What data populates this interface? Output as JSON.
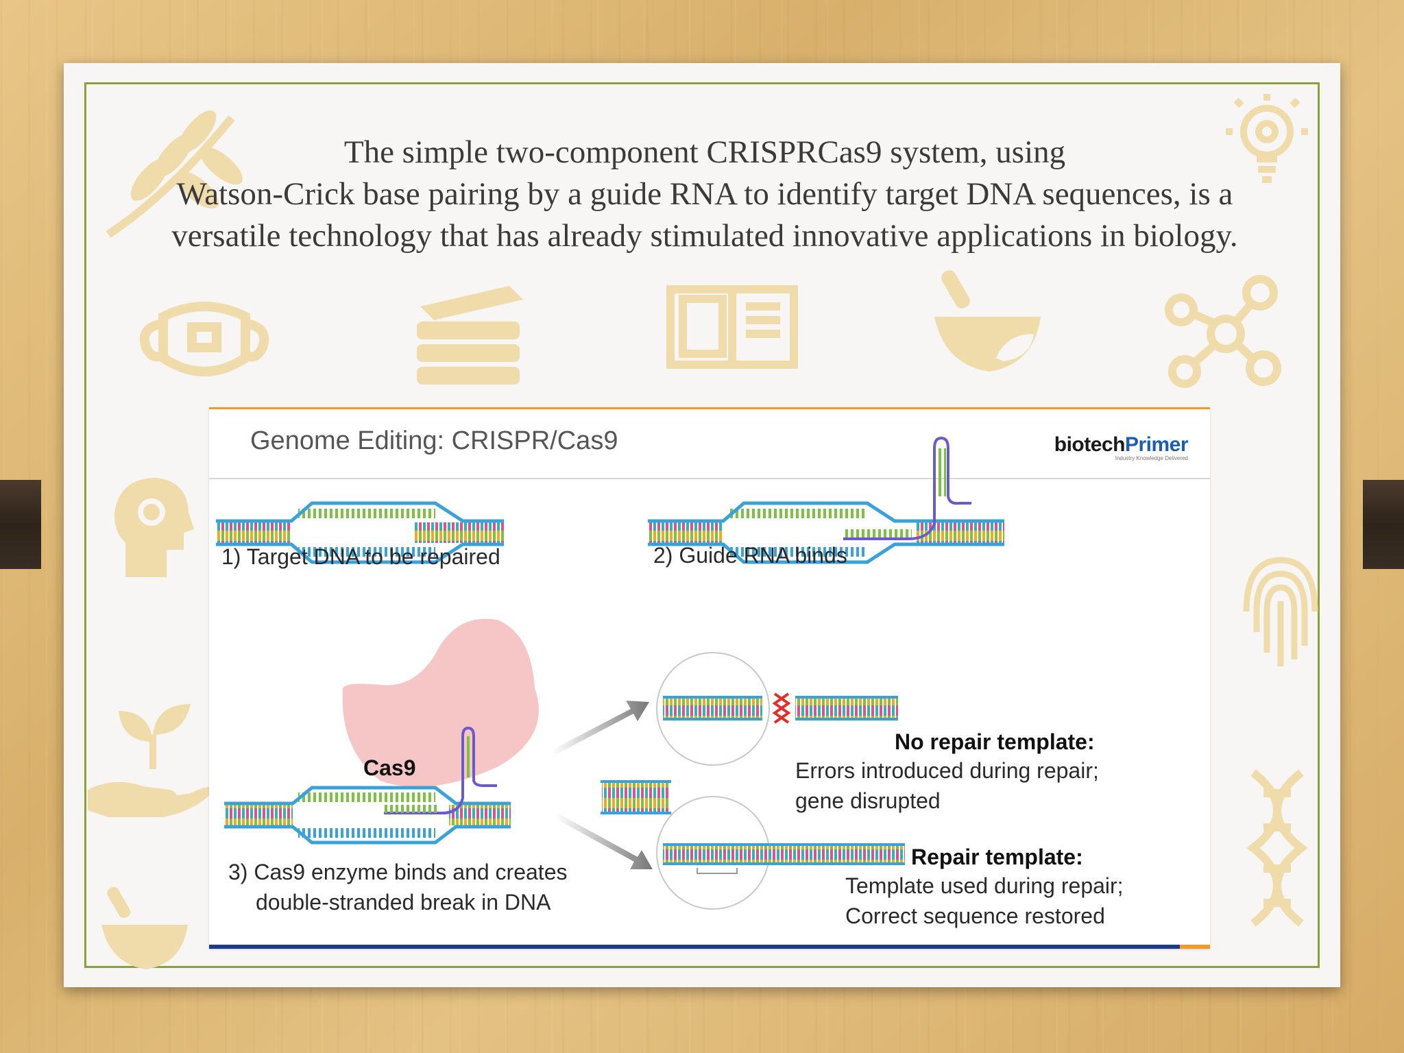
{
  "headline": {
    "line1": "The simple two-component CRISPRCas9 system, using",
    "line2": "Watson-Crick base pairing by a guide RNA to identify target DNA sequences, is a",
    "line3": "versatile technology that has already stimulated innovative applications in biology."
  },
  "figure": {
    "title": "Genome Editing: CRISPR/Cas9",
    "logo_part1": "biotech",
    "logo_part2": "Primer",
    "logo_tagline": "Industry Knowledge Delivered",
    "step1_label": "1) Target DNA to be repaired",
    "step2_label": "2) Guide RNA binds",
    "cas9_label": "Cas9",
    "step3_line1": "3) Cas9 enzyme binds and creates",
    "step3_line2": "double-stranded break in DNA",
    "no_template_title": "No repair template:",
    "no_template_line1": "Errors introduced during repair;",
    "no_template_line2": "gene disrupted",
    "template_title": "Repair template:",
    "template_line1": "Template used during repair;",
    "template_line2": "Correct sequence restored"
  },
  "colors": {
    "slide_border": "#8aa03a",
    "icon_tint": "#efdcaa",
    "dna_backbone": "#3aa2d8",
    "guide_rna": "#6a5acd",
    "cas9_blob": "#f6c6c6",
    "accent_orange": "#f29a28",
    "accent_blue": "#1b3a8a"
  },
  "icons": [
    "wheat-icon",
    "lightbulb-gear-icon",
    "face-mask-icon",
    "books-icon",
    "open-book-icon",
    "mortar-pestle-icon",
    "network-icon",
    "head-lightbulb-icon",
    "wheat-icon",
    "fingerprint-icon",
    "hand-plant-icon",
    "dna-icon",
    "mortar-pestle-icon"
  ]
}
